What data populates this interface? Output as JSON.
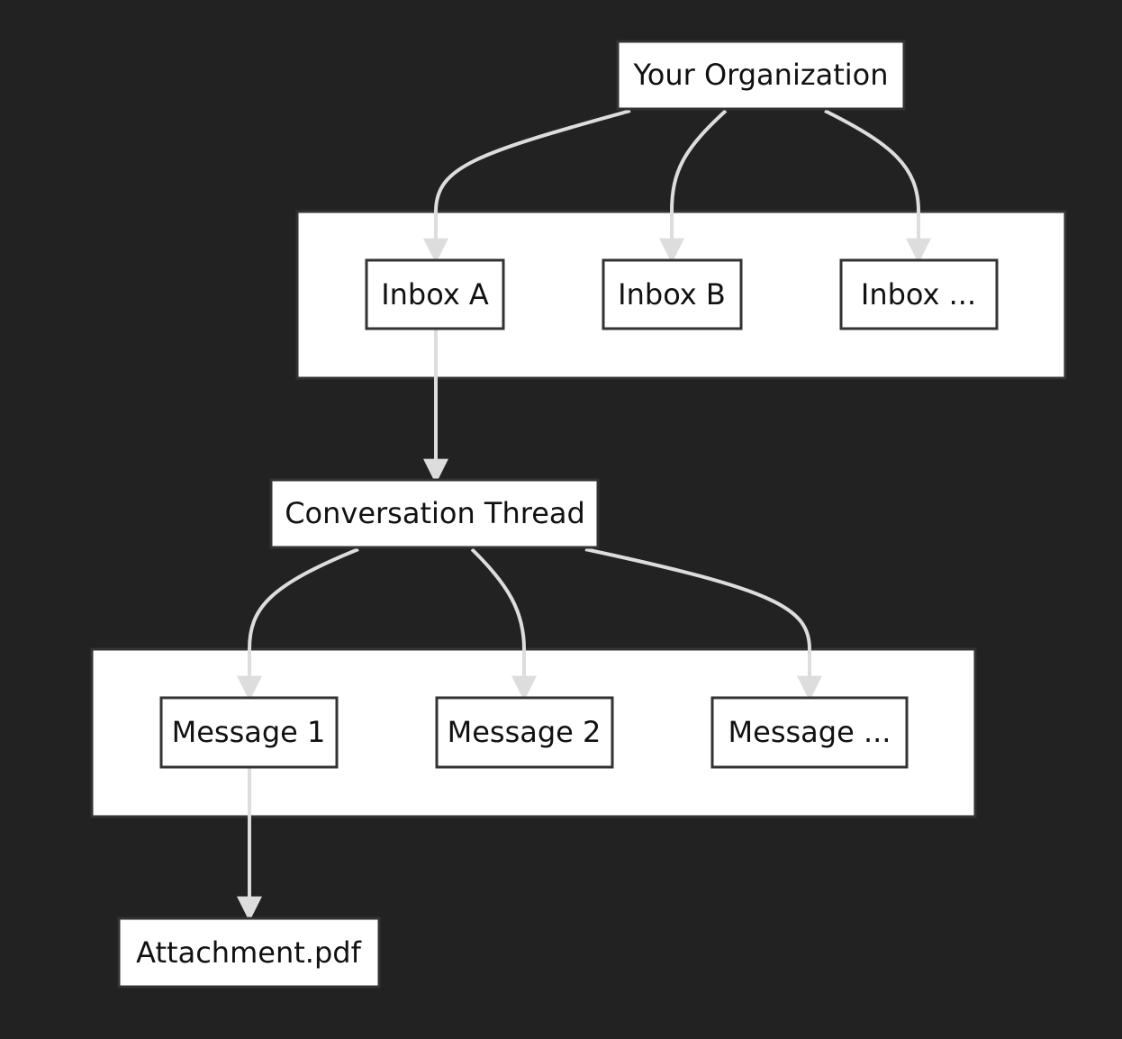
{
  "diagram": {
    "type": "flowchart",
    "nodes": {
      "org": "Your Organization",
      "inbox_a": "Inbox A",
      "inbox_b": "Inbox B",
      "inbox_more": "Inbox ...",
      "thread": "Conversation Thread",
      "message_1": "Message 1",
      "message_2": "Message 2",
      "message_more": "Message ...",
      "attachment": "Attachment.pdf"
    },
    "edges": [
      {
        "from": "org",
        "to": "inbox_a"
      },
      {
        "from": "org",
        "to": "inbox_b"
      },
      {
        "from": "org",
        "to": "inbox_more"
      },
      {
        "from": "inbox_a",
        "to": "thread"
      },
      {
        "from": "thread",
        "to": "message_1"
      },
      {
        "from": "thread",
        "to": "message_2"
      },
      {
        "from": "thread",
        "to": "message_more"
      },
      {
        "from": "message_1",
        "to": "attachment"
      }
    ],
    "groups": [
      {
        "name": "inboxes-group",
        "members": [
          "inbox_a",
          "inbox_b",
          "inbox_more"
        ]
      },
      {
        "name": "messages-group",
        "members": [
          "message_1",
          "message_2",
          "message_more"
        ]
      }
    ],
    "colors": {
      "background": "#222222",
      "node_fill": "#ffffff",
      "node_border": "#333333",
      "edge": "#dddddd",
      "text": "#111111"
    }
  }
}
